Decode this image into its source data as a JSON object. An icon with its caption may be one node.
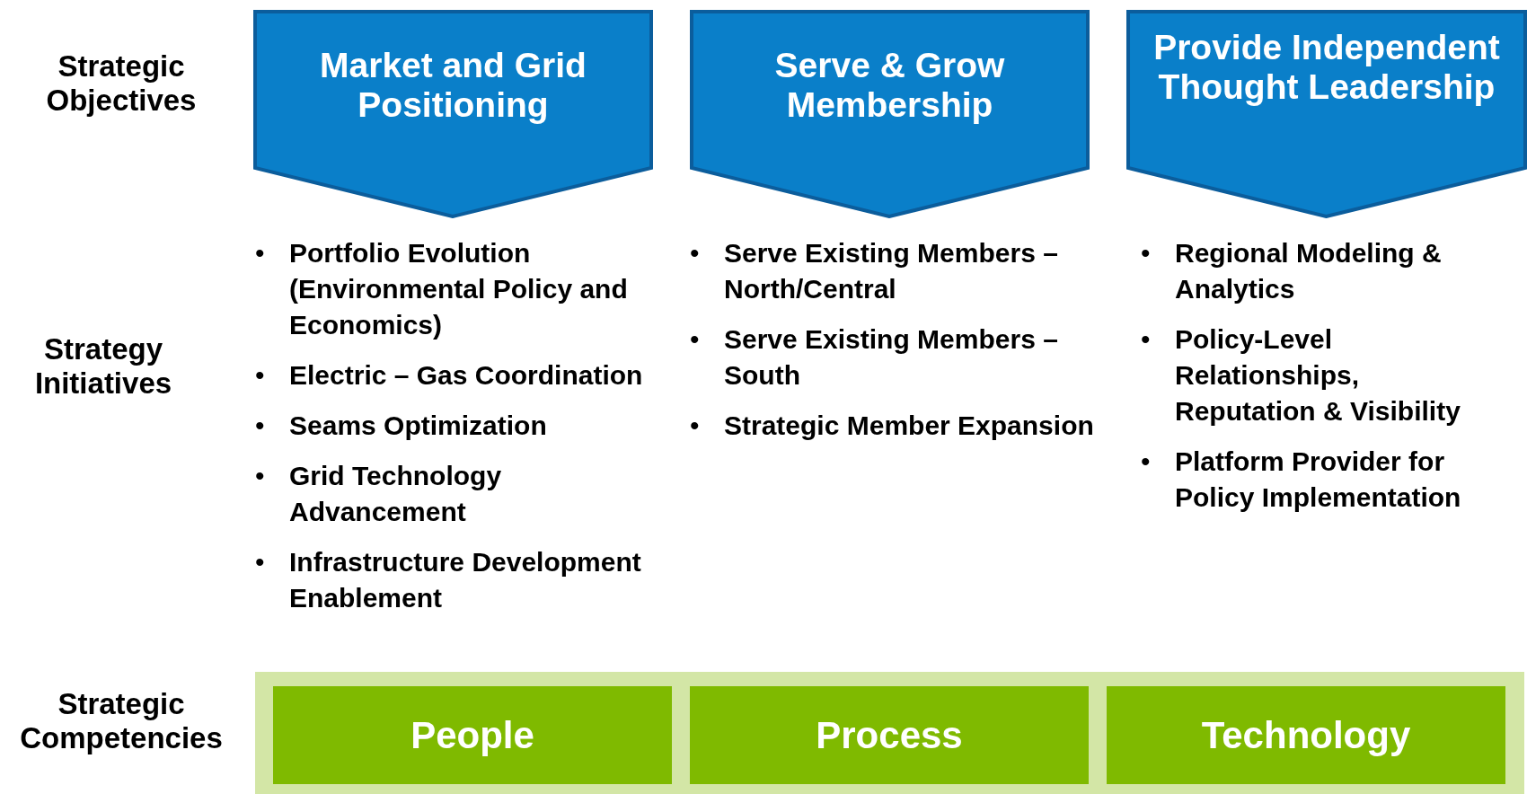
{
  "diagram": {
    "nodes": [
      {
        "text": [
          "Market and Grid Positioning"
        ]
      },
      {
        "text": [
          "Serve & Grow Membership"
        ]
      },
      {
        "text": [
          "Provide Independent Thought Leadership"
        ]
      },
      {
        "text": [],
        "shape": "box"
      },
      {
        "text": [
          "People"
        ],
        "in": 3
      },
      {
        "text": [
          "Process"
        ],
        "in": 3
      },
      {
        "text": [
          "Technology"
        ],
        "in": 3
      }
    ],
    "labels": [
      "Strategic Objectives",
      "Strategy Initiatives",
      "•",
      "Portfolio Evolution (Environmental Policy and Economics)",
      "•",
      "Electric – Gas Coordination",
      "•",
      "Seams Optimization",
      "•",
      "Grid Technology Advancement",
      "•",
      "Infrastructure Development Enablement",
      "•",
      "Serve Existing Members – North/Central",
      "•",
      "Serve Existing Members – South",
      "•",
      "Strategic Member Expansion",
      "•",
      "Regional Modeling & Analytics",
      "•",
      "Policy-Level Relationships, Reputation & Visibility",
      "•",
      "Platform Provider for Policy Implementation",
      "Strategic Competencies"
    ]
  }
}
